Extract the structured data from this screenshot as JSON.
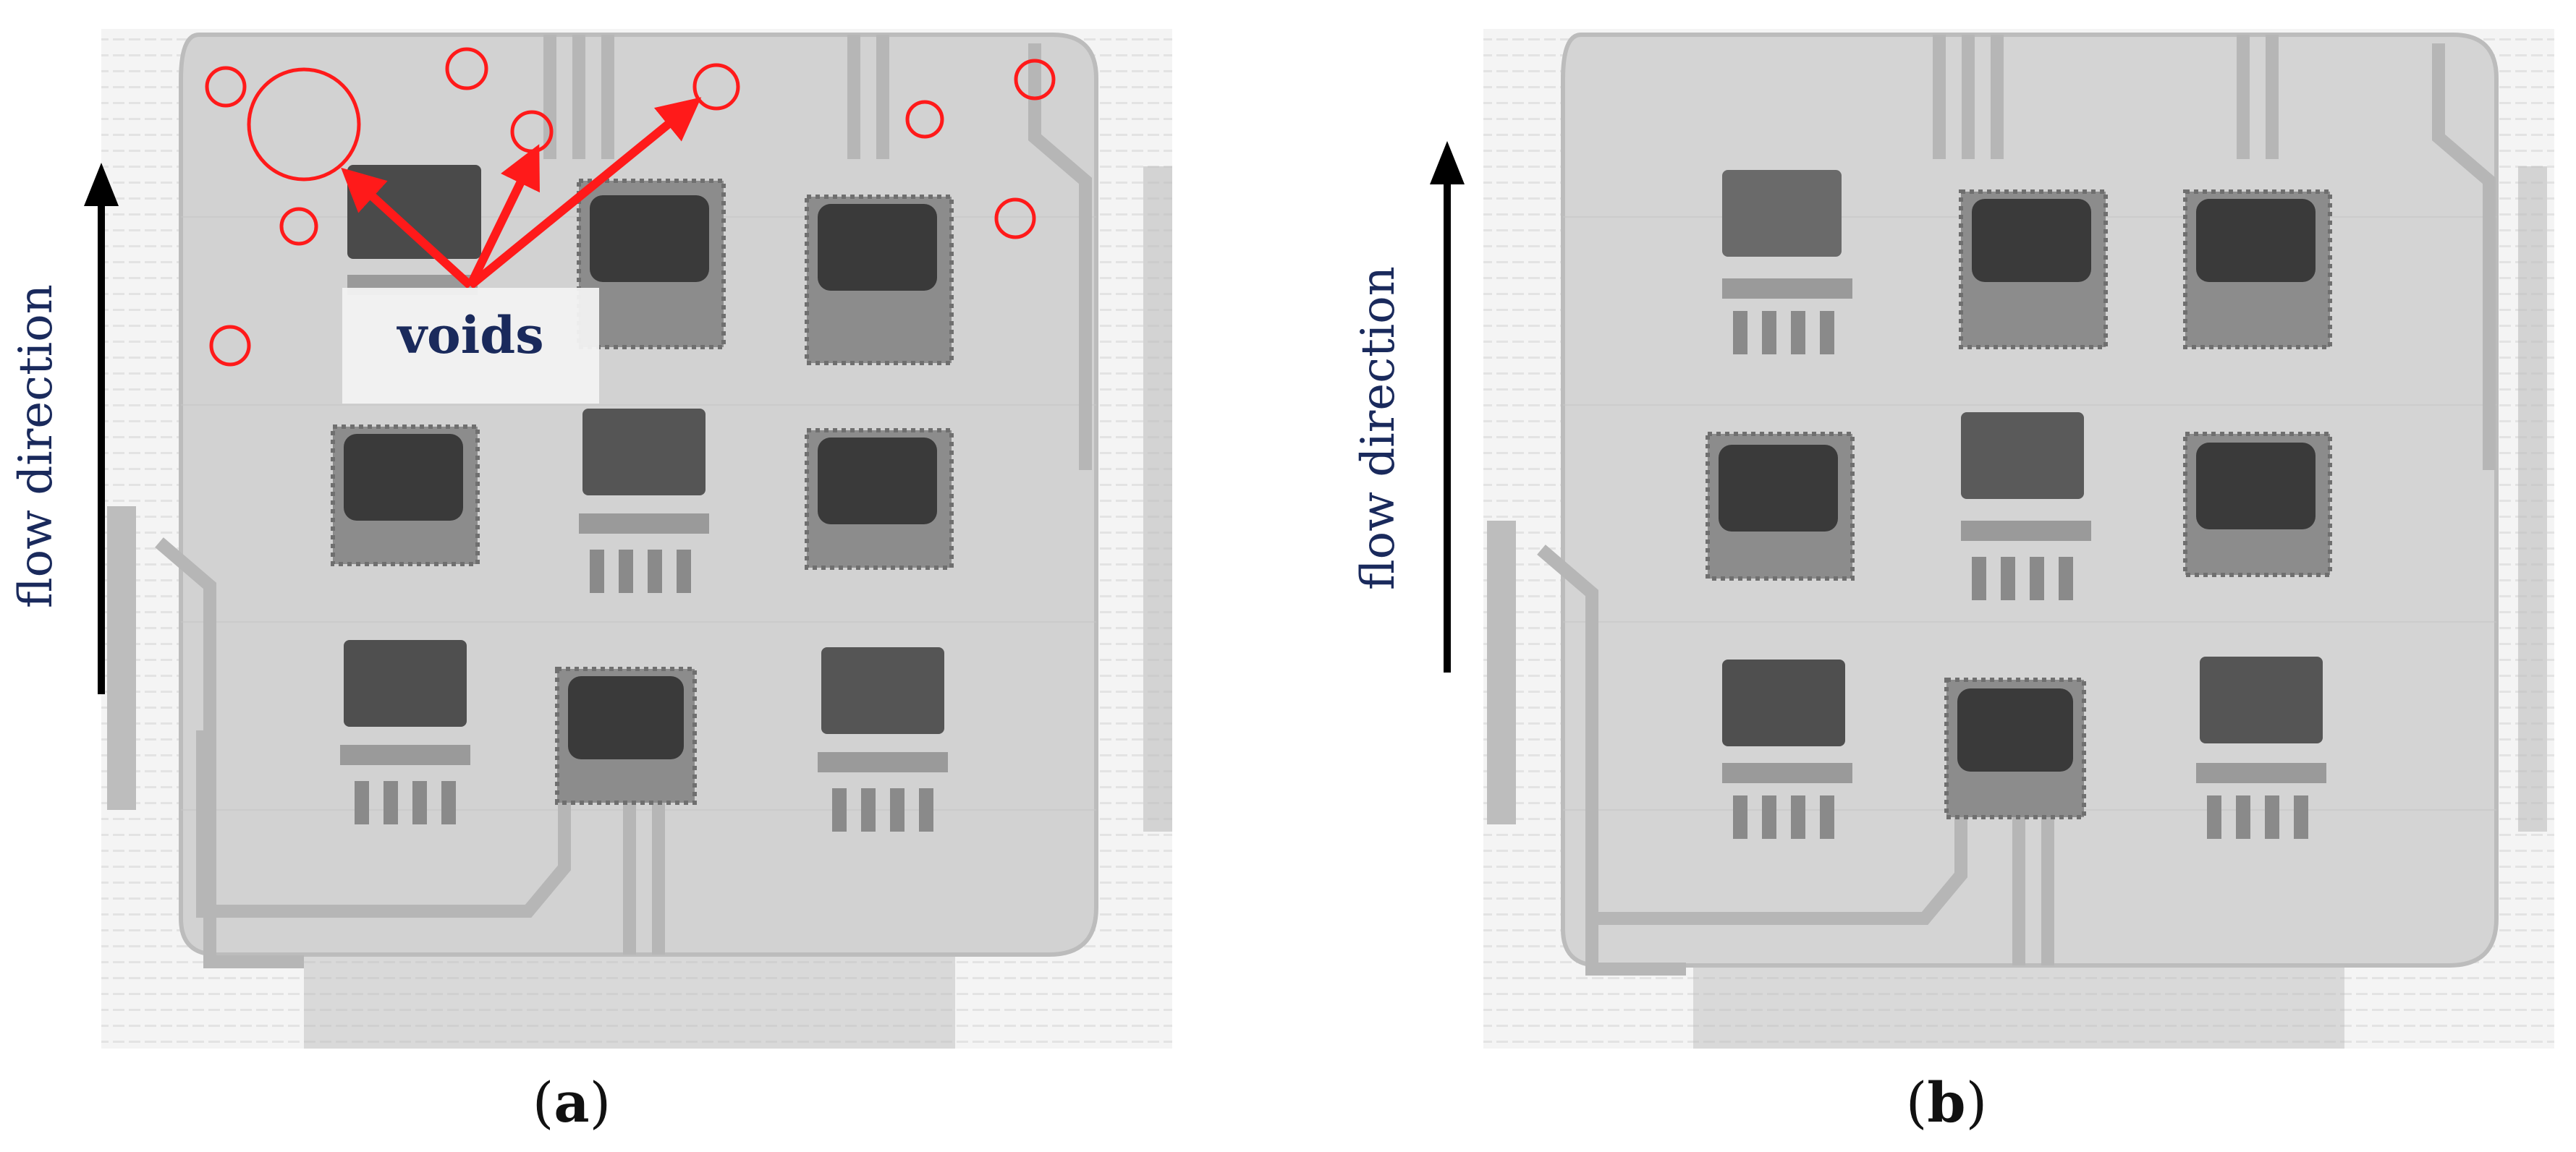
{
  "panels": [
    {
      "id": "a",
      "caption_open": "(",
      "caption_letter": "a",
      "caption_close": ")",
      "flow_label": "flow direction",
      "annotation": "voids"
    },
    {
      "id": "b",
      "caption_open": "(",
      "caption_letter": "b",
      "caption_close": ")",
      "flow_label": "flow direction"
    }
  ],
  "colors": {
    "board_fill": "#cfcfcf",
    "board_edge": "#bdbdbd",
    "trace": "#b8b8b8",
    "chip_dark": "#3f3f3f",
    "chip_frame": "#8c8c8c",
    "void_marker": "#ff1a1a",
    "flow_text": "#1a2a5c",
    "arrow": "#000000"
  }
}
